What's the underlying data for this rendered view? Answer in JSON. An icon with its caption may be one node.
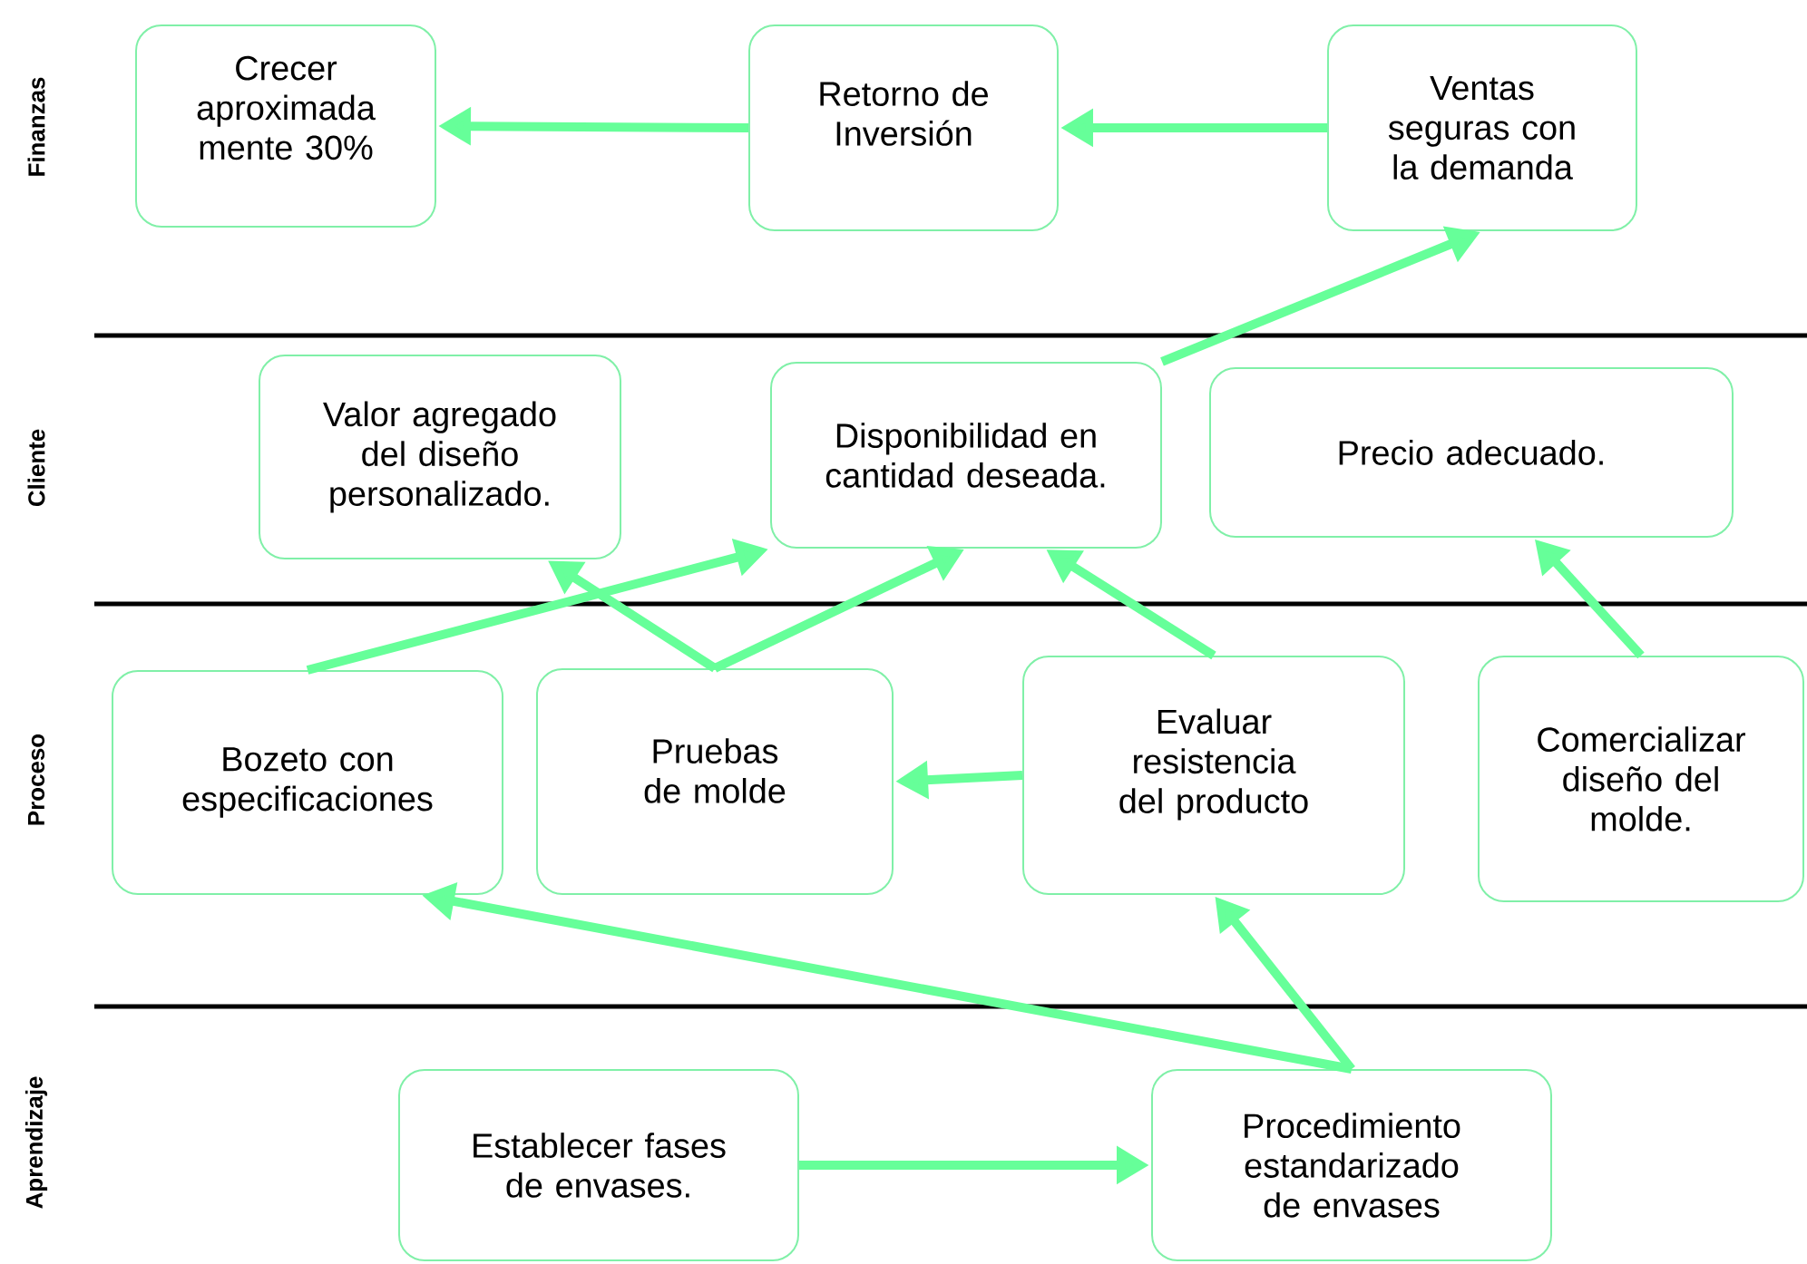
{
  "diagram": {
    "nodes": [
      {
        "text": [
          "Crecer aproximada mente 30%"
        ]
      },
      {
        "text": [
          "Retorno de Inversión"
        ]
      },
      {
        "text": [
          "Ventas seguras con la demanda"
        ]
      },
      {
        "text": [
          "Valor agregado del diseño personalizado."
        ]
      },
      {
        "text": [
          "Disponibilidad en cantidad deseada."
        ]
      },
      {
        "text": [
          "Precio adecuado."
        ]
      },
      {
        "text": [
          "Bozeto con especificaciones"
        ]
      },
      {
        "text": [
          "Pruebas de molde"
        ]
      },
      {
        "text": [
          "Evaluar resistencia del producto"
        ]
      },
      {
        "text": [
          "Comercializar diseño del molde."
        ]
      },
      {
        "text": [
          "Establecer fases de envases."
        ]
      },
      {
        "text": [
          "Procedimiento estandarizado de envases"
        ]
      }
    ],
    "edges": [
      {
        "from": 1,
        "to": 0,
        "arrow": "to"
      },
      {
        "from": 2,
        "to": 1,
        "arrow": "to"
      },
      {
        "from": 4,
        "to": 2,
        "arrow": "to"
      },
      {
        "from": 6,
        "to": 4,
        "arrow": "to"
      },
      {
        "from": 7,
        "to": 3,
        "arrow": "to"
      },
      {
        "from": 7,
        "to": 4,
        "arrow": "to"
      },
      {
        "from": 8,
        "to": 4,
        "arrow": "to"
      },
      {
        "from": 8,
        "to": 7,
        "arrow": "to"
      },
      {
        "from": 9,
        "to": 5,
        "arrow": "to"
      },
      {
        "from": 11,
        "to": 6,
        "arrow": "to"
      },
      {
        "from": 11,
        "to": 8,
        "arrow": "to"
      },
      {
        "from": 10,
        "to": 11,
        "arrow": "to"
      }
    ],
    "labels": [
      "Finanzas",
      "Cliente",
      "Proceso",
      "Aprendizaje"
    ]
  }
}
